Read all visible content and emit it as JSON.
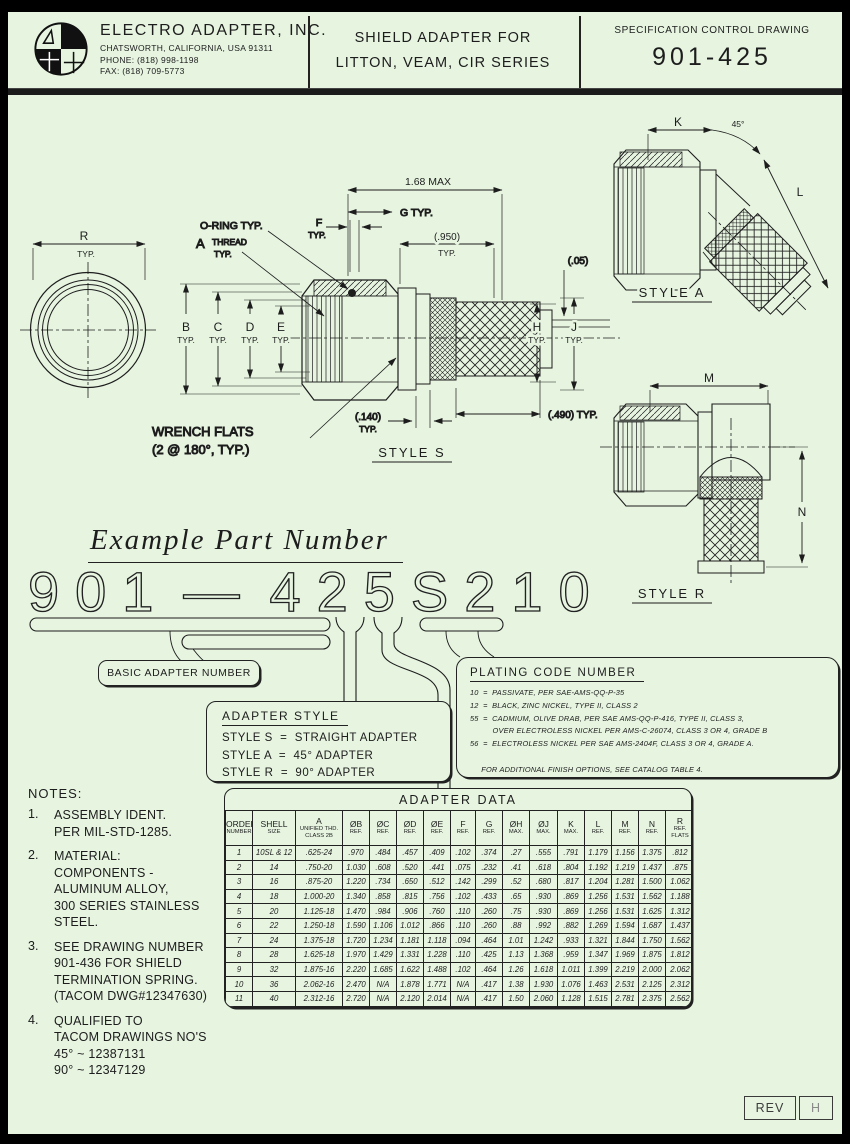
{
  "header": {
    "company_name": "ELECTRO ADAPTER, INC.",
    "address": "CHATSWORTH, CALIFORNIA, USA 91311",
    "phone": "PHONE: (818) 998-1198",
    "fax": "FAX: (818) 709-5773",
    "product_title_line1": "SHIELD ADAPTER FOR",
    "product_title_line2": "LITTON, VEAM, CIR SERIES",
    "doc_type": "SPECIFICATION CONTROL DRAWING",
    "drawing_number": "901-425"
  },
  "drawing": {
    "labels": {
      "r": "R",
      "typ": "TYP.",
      "dim_168": "1.68 MAX",
      "g_typ": "G TYP.",
      "f": "F",
      "dim_950": "(.950)",
      "dim_05": "(.05)",
      "oring": "O-RING TYP.",
      "a": "A",
      "thread": "THREAD",
      "b": "B",
      "c": "C",
      "d": "D",
      "e": "E",
      "h": "H",
      "j": "J",
      "dim_140": "(.140)",
      "dim_490": "(.490) TYP.",
      "wrench_line1": "WRENCH FLATS",
      "wrench_line2": "(2 @ 180°, TYP.)",
      "style_s": "STYLE S",
      "k": "K",
      "deg_45": "45°",
      "l": "L",
      "style_a": "STYLE A",
      "m": "M",
      "n": "N",
      "style_r": "STYLE R"
    }
  },
  "part_number": {
    "section_title": "Example Part Number",
    "seg_prefix": "901",
    "seg_dash": "—",
    "seg_suffix": "425S210",
    "basic_label": "BASIC ADAPTER NUMBER"
  },
  "adapter_style": {
    "title": "ADAPTER STYLE",
    "body": "STYLE S  =  STRAIGHT ADAPTER\nSTYLE A  =  45° ADAPTER\nSTYLE R  =  90° ADAPTER"
  },
  "plating": {
    "title": "PLATING CODE NUMBER",
    "body": "10  =  PASSIVATE, PER SAE-AMS-QQ-P-35\n12  =  BLACK, ZINC NICKEL, TYPE II, CLASS 2\n55  =  CADMIUM, OLIVE DRAB, PER SAE AMS-QQ-P-416, TYPE II, CLASS 3,\n          OVER ELECTROLESS NICKEL PER AMS-C-26074, CLASS 3 OR 4, GRADE B\n56  =  ELECTROLESS NICKEL PER SAE AMS-2404F, CLASS 3 OR 4, GRADE A.\n\n     FOR ADDITIONAL FINISH OPTIONS, SEE CATALOG TABLE 4."
  },
  "notes": {
    "title": "NOTES:",
    "items": [
      {
        "num": "1.",
        "text": "ASSEMBLY IDENT.\nPER MIL-STD-1285."
      },
      {
        "num": "2.",
        "text": "MATERIAL:\nCOMPONENTS -\nALUMINUM ALLOY,\n300 SERIES STAINLESS\nSTEEL."
      },
      {
        "num": "3.",
        "text": "SEE DRAWING NUMBER\n901-436 FOR SHIELD\nTERMINATION SPRING.\n(TACOM DWG#12347630)"
      },
      {
        "num": "4.",
        "text": "QUALIFIED TO\nTACOM DRAWINGS NO'S\n45° ~ 12387131\n90° ~ 12347129"
      }
    ]
  },
  "adapter_data": {
    "title": "ADAPTER DATA",
    "columns": [
      {
        "main": "ORDER",
        "sub": "NUMBER"
      },
      {
        "main": "SHELL",
        "sub": "SIZE"
      },
      {
        "main": "A",
        "sub": "UNIFIED THD.",
        "sub2": "CLASS 2B"
      },
      {
        "main": "ØB",
        "sub": "REF."
      },
      {
        "main": "ØC",
        "sub": "REF."
      },
      {
        "main": "ØD",
        "sub": "REF."
      },
      {
        "main": "ØE",
        "sub": "REF."
      },
      {
        "main": "F",
        "sub": "REF."
      },
      {
        "main": "G",
        "sub": "REF."
      },
      {
        "main": "ØH",
        "sub": "MAX."
      },
      {
        "main": "ØJ",
        "sub": "MAX."
      },
      {
        "main": "K",
        "sub": "MAX."
      },
      {
        "main": "L",
        "sub": "REF."
      },
      {
        "main": "M",
        "sub": "REF."
      },
      {
        "main": "N",
        "sub": "REF."
      },
      {
        "main": "R",
        "sub": "REF.",
        "sub2": "FLATS"
      }
    ],
    "rows": [
      [
        "1",
        "10SL & 12",
        ".625-24",
        ".970",
        ".484",
        ".457",
        ".409",
        ".102",
        ".374",
        ".27",
        ".555",
        ".791",
        "1.179",
        "1.156",
        "1.375",
        ".812"
      ],
      [
        "2",
        "14",
        ".750-20",
        "1.030",
        ".608",
        ".520",
        ".441",
        ".075",
        ".232",
        ".41",
        ".618",
        ".804",
        "1.192",
        "1.219",
        "1.437",
        ".875"
      ],
      [
        "3",
        "16",
        ".875-20",
        "1.220",
        ".734",
        ".650",
        ".512",
        ".142",
        ".299",
        ".52",
        ".680",
        ".817",
        "1.204",
        "1.281",
        "1.500",
        "1.062"
      ],
      [
        "4",
        "18",
        "1.000-20",
        "1.340",
        ".858",
        ".815",
        ".756",
        ".102",
        ".433",
        ".65",
        ".930",
        ".869",
        "1.256",
        "1.531",
        "1.562",
        "1.188"
      ],
      [
        "5",
        "20",
        "1.125-18",
        "1.470",
        ".984",
        ".906",
        ".760",
        ".110",
        ".260",
        ".75",
        ".930",
        ".869",
        "1.256",
        "1.531",
        "1.625",
        "1.312"
      ],
      [
        "6",
        "22",
        "1.250-18",
        "1.590",
        "1.106",
        "1.012",
        ".866",
        ".110",
        ".260",
        ".88",
        ".992",
        ".882",
        "1.269",
        "1.594",
        "1.687",
        "1.437"
      ],
      [
        "7",
        "24",
        "1.375-18",
        "1.720",
        "1.234",
        "1.181",
        "1.118",
        ".094",
        ".464",
        "1.01",
        "1.242",
        ".933",
        "1.321",
        "1.844",
        "1.750",
        "1.562"
      ],
      [
        "8",
        "28",
        "1.625-18",
        "1.970",
        "1.429",
        "1.331",
        "1.228",
        ".110",
        ".425",
        "1.13",
        "1.368",
        ".959",
        "1.347",
        "1.969",
        "1.875",
        "1.812"
      ],
      [
        "9",
        "32",
        "1.875-16",
        "2.220",
        "1.685",
        "1.622",
        "1.488",
        ".102",
        ".464",
        "1.26",
        "1.618",
        "1.011",
        "1.399",
        "2.219",
        "2.000",
        "2.062"
      ],
      [
        "10",
        "36",
        "2.062-16",
        "2.470",
        "N/A",
        "1.878",
        "1.771",
        "N/A",
        ".417",
        "1.38",
        "1.930",
        "1.076",
        "1.463",
        "2.531",
        "2.125",
        "2.312"
      ],
      [
        "11",
        "40",
        "2.312-16",
        "2.720",
        "N/A",
        "2.120",
        "2.014",
        "N/A",
        ".417",
        "1.50",
        "2.060",
        "1.128",
        "1.515",
        "2.781",
        "2.375",
        "2.562"
      ]
    ]
  },
  "revision": {
    "label": "REV",
    "value": "H"
  },
  "colors": {
    "background": "#e6f4e0",
    "line": "#1d1d1d"
  }
}
